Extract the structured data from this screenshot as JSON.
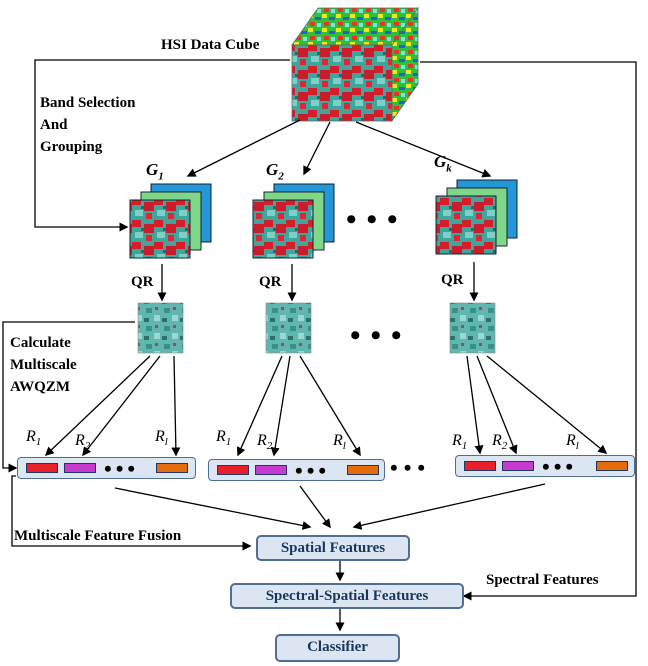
{
  "labels": {
    "hsi_cube": "HSI Data Cube",
    "band_selection": [
      "Band Selection",
      "And",
      "Grouping"
    ],
    "qr": "QR",
    "calc": [
      "Calculate",
      "Multiscale",
      "AWQZM"
    ],
    "fusion": "Multiscale Feature Fusion",
    "spectral": "Spectral Features"
  },
  "groups": [
    {
      "name": "G",
      "sub": "1"
    },
    {
      "name": "G",
      "sub": "2"
    },
    {
      "name": "G",
      "sub": "k"
    }
  ],
  "resolutions": [
    {
      "name": "R",
      "sub": "1"
    },
    {
      "name": "R",
      "sub": "2"
    },
    {
      "name": "R",
      "sub": "l"
    }
  ],
  "boxes": {
    "spatial": "Spatial Features",
    "spectral_spatial": "Spectral-Spatial Features",
    "classifier": "Classifier"
  },
  "colors": {
    "box_fill": "#dce6f2",
    "box_border": "#4f6e91",
    "chip_red": "#e8202a",
    "chip_magenta": "#c63ad0",
    "chip_orange": "#e46c0a"
  }
}
